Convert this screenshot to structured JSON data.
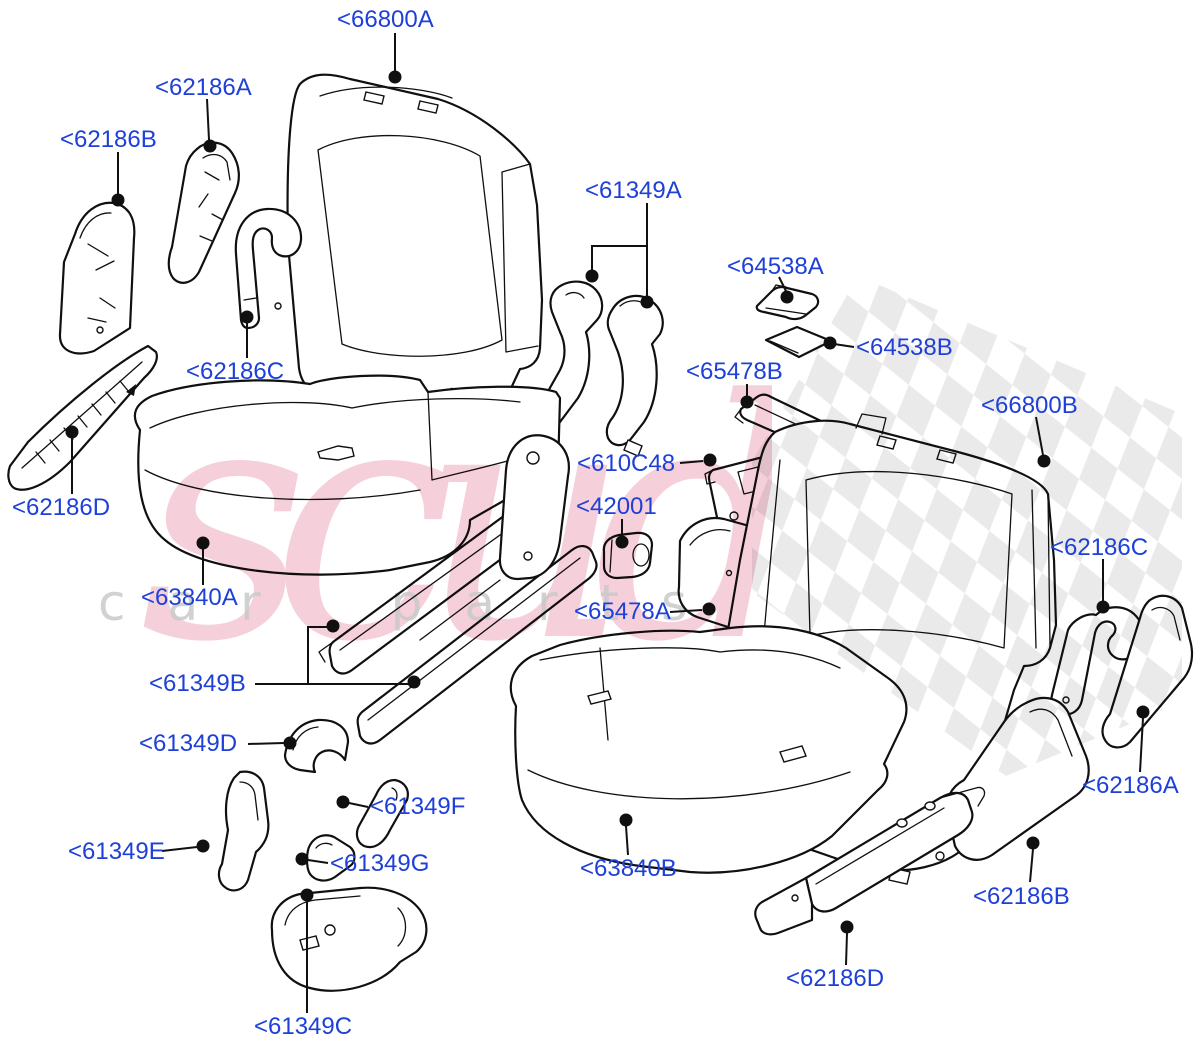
{
  "diagram": {
    "watermark": {
      "brand": "scuderia",
      "tagline": "car parts"
    },
    "callouts": [
      {
        "id": "66800A",
        "label": "<66800A"
      },
      {
        "id": "62186A-left",
        "label": "<62186A"
      },
      {
        "id": "62186B-left",
        "label": "<62186B"
      },
      {
        "id": "62186C-left",
        "label": "<62186C"
      },
      {
        "id": "62186D-left",
        "label": "<62186D"
      },
      {
        "id": "61349A",
        "label": "<61349A"
      },
      {
        "id": "64538A",
        "label": "<64538A"
      },
      {
        "id": "64538B",
        "label": "<64538B"
      },
      {
        "id": "65478B",
        "label": "<65478B"
      },
      {
        "id": "610C48",
        "label": "<610C48"
      },
      {
        "id": "42001",
        "label": "<42001"
      },
      {
        "id": "65478A",
        "label": "<65478A"
      },
      {
        "id": "66800B",
        "label": "<66800B"
      },
      {
        "id": "62186C-right",
        "label": "<62186C"
      },
      {
        "id": "63840A",
        "label": "<63840A"
      },
      {
        "id": "61349B",
        "label": "<61349B"
      },
      {
        "id": "61349D",
        "label": "<61349D"
      },
      {
        "id": "61349E",
        "label": "<61349E"
      },
      {
        "id": "61349F",
        "label": "<61349F"
      },
      {
        "id": "61349G",
        "label": "<61349G"
      },
      {
        "id": "61349C",
        "label": "<61349C"
      },
      {
        "id": "63840B",
        "label": "<63840B"
      },
      {
        "id": "62186D-right",
        "label": "<62186D"
      },
      {
        "id": "62186B-right",
        "label": "<62186B"
      },
      {
        "id": "62186A-right",
        "label": "<62186A"
      }
    ],
    "colors": {
      "label_blue": "#1e40d8",
      "line": "#101010",
      "watermark_pink": "#eda9bd",
      "watermark_gray": "#c9c9c9",
      "checker_gray": "#d8d8d8"
    }
  }
}
